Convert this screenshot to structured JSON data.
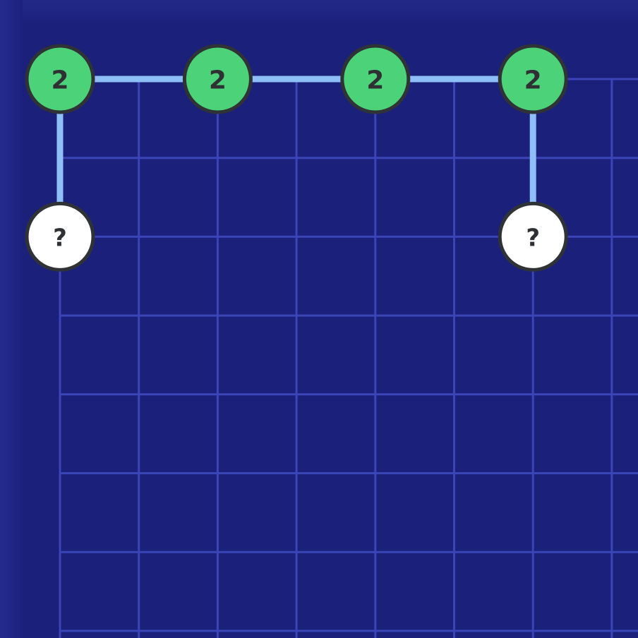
{
  "board": {
    "grid_columns": 8,
    "grid_rows": 8,
    "colors": {
      "background": "#1b207a",
      "grid": "#3a45b8",
      "bridge": "#8ec0f7",
      "solved_node": "#4cd37a",
      "unknown_node": "#ffffff",
      "node_outline": "#303336"
    }
  },
  "islands": [
    {
      "id": "island-1",
      "col": 0,
      "row": 0,
      "label": "2",
      "state": "solved"
    },
    {
      "id": "island-2",
      "col": 2,
      "row": 0,
      "label": "2",
      "state": "solved"
    },
    {
      "id": "island-3",
      "col": 4,
      "row": 0,
      "label": "2",
      "state": "solved"
    },
    {
      "id": "island-4",
      "col": 6,
      "row": 0,
      "label": "2",
      "state": "solved"
    },
    {
      "id": "island-5",
      "col": 0,
      "row": 2,
      "label": "?",
      "state": "unknown"
    },
    {
      "id": "island-6",
      "col": 6,
      "row": 2,
      "label": "?",
      "state": "unknown"
    }
  ],
  "bridges": [
    {
      "from": "island-1",
      "to": "island-2"
    },
    {
      "from": "island-2",
      "to": "island-3"
    },
    {
      "from": "island-3",
      "to": "island-4"
    },
    {
      "from": "island-1",
      "to": "island-5"
    },
    {
      "from": "island-4",
      "to": "island-6"
    }
  ]
}
